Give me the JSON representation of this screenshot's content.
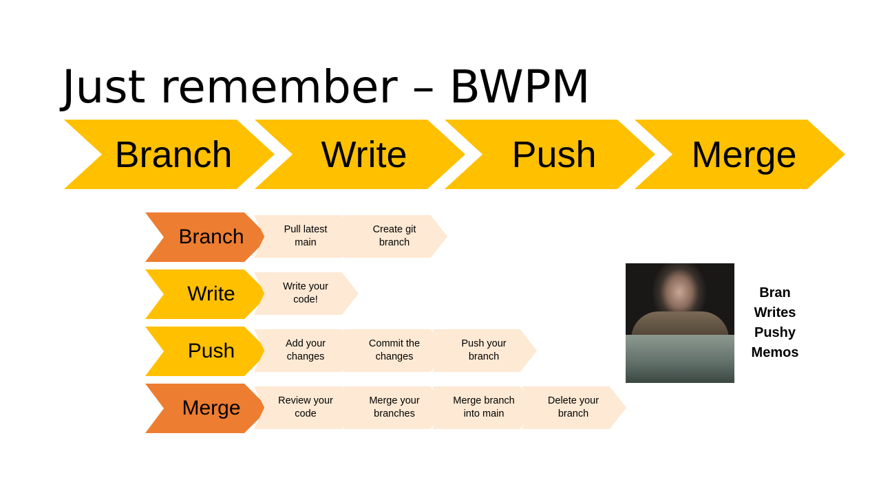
{
  "title": "Just remember – BWPM",
  "big_steps": [
    "Branch",
    "Write",
    "Push",
    "Merge"
  ],
  "rows": [
    {
      "label": "Branch",
      "color": "#ed7d31",
      "steps": [
        "Pull latest main",
        "Create git branch"
      ]
    },
    {
      "label": "Write",
      "color": "#ffc000",
      "steps": [
        "Write your code!"
      ]
    },
    {
      "label": "Push",
      "color": "#ffc000",
      "steps": [
        "Add your changes",
        "Commit the changes",
        "Push your branch"
      ]
    },
    {
      "label": "Merge",
      "color": "#ed7d31",
      "steps": [
        "Review your code",
        "Merge your branches",
        "Merge branch into main",
        "Delete your branch"
      ]
    }
  ],
  "mnemonic": [
    "Bran",
    "Writes",
    "Pushy",
    "Memos"
  ],
  "colors": {
    "primary_chevron": "#ffc000",
    "accent_chevron": "#ed7d31",
    "step_chevron": "#fde9d4"
  }
}
